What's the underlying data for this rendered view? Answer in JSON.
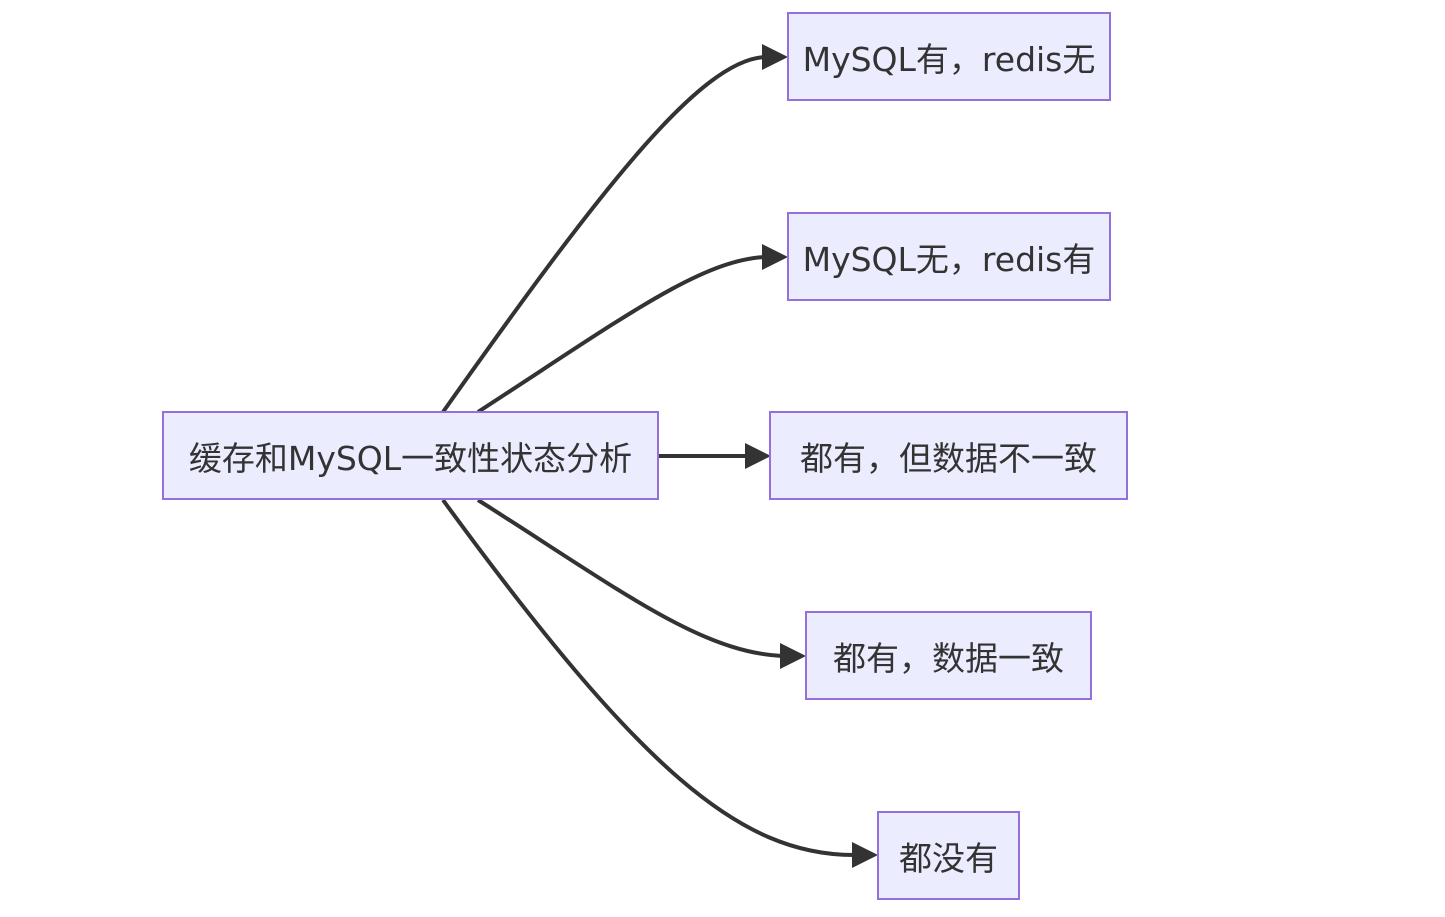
{
  "diagram": {
    "type": "flowchart",
    "direction": "LR",
    "colors": {
      "node_fill": "#ececff",
      "node_border": "#9370db",
      "edge": "#333333",
      "text": "#333333"
    },
    "root": {
      "id": "root",
      "label": "缓存和MySQL一致性状态分析"
    },
    "children": [
      {
        "id": "c1",
        "label": "MySQL有，redis无"
      },
      {
        "id": "c2",
        "label": "MySQL无，redis有"
      },
      {
        "id": "c3",
        "label": "都有，但数据不一致"
      },
      {
        "id": "c4",
        "label": "都有，数据一致"
      },
      {
        "id": "c5",
        "label": "都没有"
      }
    ],
    "edges": [
      {
        "from": "root",
        "to": "c1"
      },
      {
        "from": "root",
        "to": "c2"
      },
      {
        "from": "root",
        "to": "c3"
      },
      {
        "from": "root",
        "to": "c4"
      },
      {
        "from": "root",
        "to": "c5"
      }
    ]
  }
}
